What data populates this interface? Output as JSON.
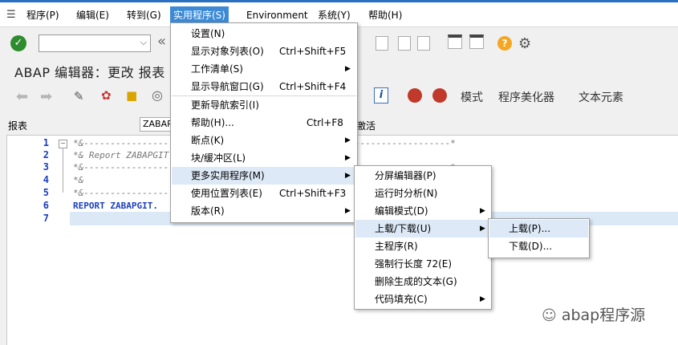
{
  "menubar": {
    "items": [
      "程序(P)",
      "编辑(E)",
      "转到(G)",
      "实用程序(S)",
      "Environment",
      "系统(Y)",
      "帮助(H)"
    ]
  },
  "title": "ABAP 编辑器：更改 报表",
  "toolbar2": {
    "mode_label": "模式",
    "pretty_label": "程序美化器",
    "text_label": "文本元素"
  },
  "header": {
    "label": "报表",
    "field_value": "ZABAPGIT",
    "status": "激活"
  },
  "editor": {
    "line_numbers": [
      "1",
      "2",
      "3",
      "4",
      "5",
      "6",
      "7"
    ],
    "lines": [
      "*&---------------------------------------------------------------------*",
      "*& Report ZABAPGIT",
      "*&---------------------------------------------------------------------*",
      "*&",
      "*&---------------------------------------------------------------------*",
      "REPORT ZABAPGIT.",
      ""
    ]
  },
  "utilities_menu": {
    "items": [
      {
        "label": "设置(N)",
        "shortcut": ""
      },
      {
        "label": "显示对象列表(O)",
        "shortcut": "Ctrl+Shift+F5"
      },
      {
        "label": "工作清单(S)",
        "shortcut": ""
      },
      {
        "label": "显示导航窗口(G)",
        "shortcut": "Ctrl+Shift+F4"
      },
      {
        "label": "更新导航索引(I)",
        "shortcut": ""
      },
      {
        "label": "帮助(H)...",
        "shortcut": "Ctrl+F8"
      },
      {
        "label": "断点(K)",
        "shortcut": ""
      },
      {
        "label": "块/缓冲区(L)",
        "shortcut": ""
      },
      {
        "label": "更多实用程序(M)",
        "shortcut": ""
      },
      {
        "label": "使用位置列表(E)",
        "shortcut": "Ctrl+Shift+F3"
      },
      {
        "label": "版本(R)",
        "shortcut": ""
      }
    ]
  },
  "more_utilities_menu": {
    "items": [
      {
        "label": "分屏编辑器(P)"
      },
      {
        "label": "运行时分析(N)"
      },
      {
        "label": "编辑模式(D)"
      },
      {
        "label": "上载/下载(U)"
      },
      {
        "label": "主程序(R)"
      },
      {
        "label": "强制行长度 72(E)"
      },
      {
        "label": "删除生成的文本(G)"
      },
      {
        "label": "代码填充(C)"
      }
    ]
  },
  "updown_menu": {
    "items": [
      {
        "label": "上载(P)..."
      },
      {
        "label": "下载(D)..."
      }
    ]
  },
  "watermark": "abap程序源",
  "icons": [
    "ok-icon",
    "history-icon",
    "help-icon",
    "settings-icon",
    "back-icon",
    "forward-icon",
    "info-icon"
  ]
}
